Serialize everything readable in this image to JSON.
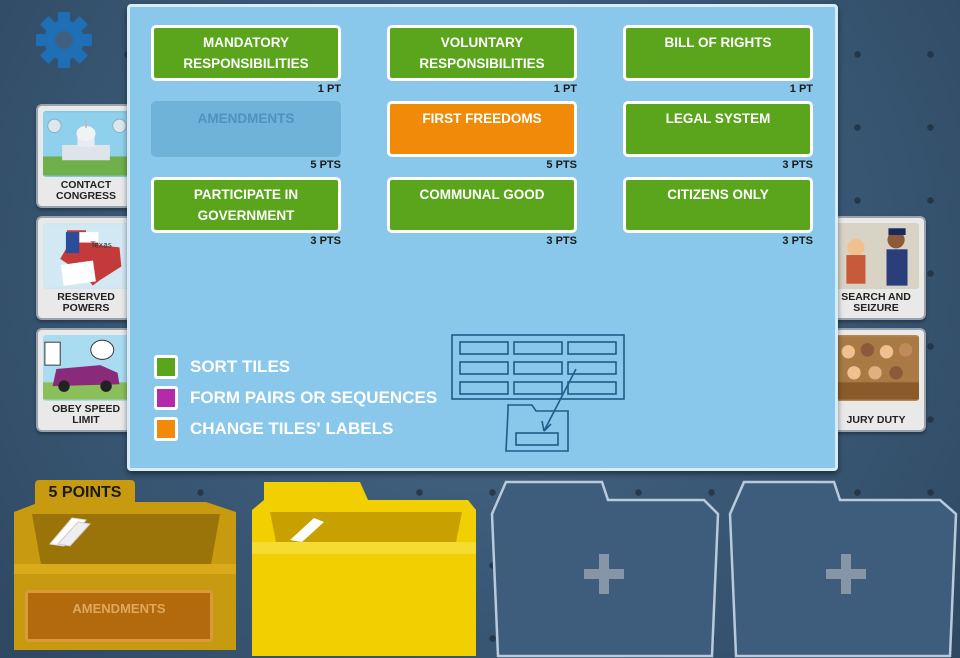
{
  "toolbar": {
    "settings_icon": "gear-icon"
  },
  "side_cards": {
    "left": [
      {
        "caption": "CONTACT\nCONGRESS",
        "icon": "capitol-icon"
      },
      {
        "caption": "RESERVED POWERS",
        "icon": "texas-map-icon"
      },
      {
        "caption": "OBEY SPEED LIMIT",
        "icon": "car-icon"
      }
    ],
    "right": [
      {
        "caption": "SEARCH AND\nSEIZURE",
        "icon": "police-icon"
      },
      {
        "caption": "JURY DUTY",
        "icon": "jury-icon"
      }
    ]
  },
  "panel": {
    "tiles": [
      {
        "label": "MANDATORY\nRESPONSIBILITIES",
        "points": "1 PT",
        "state": "green"
      },
      {
        "label": "VOLUNTARY\nRESPONSIBILITIES",
        "points": "1 PT",
        "state": "green"
      },
      {
        "label": "BILL OF RIGHTS",
        "points": "1 PT",
        "state": "green"
      },
      {
        "label": "AMENDMENTS",
        "points": "5 PTS",
        "state": "disabled"
      },
      {
        "label": "FIRST FREEDOMS",
        "points": "5 PTS",
        "state": "orange"
      },
      {
        "label": "LEGAL SYSTEM",
        "points": "3 PTS",
        "state": "green"
      },
      {
        "label": "PARTICIPATE IN\nGOVERNMENT",
        "points": "3 PTS",
        "state": "green"
      },
      {
        "label": "COMMUNAL GOOD",
        "points": "3 PTS",
        "state": "green"
      },
      {
        "label": "CITIZENS ONLY",
        "points": "3 PTS",
        "state": "green"
      }
    ],
    "legend": [
      {
        "label": "SORT TILES",
        "color": "#5aa51b"
      },
      {
        "label": "FORM PAIRS OR SEQUENCES",
        "color": "#b52aa8"
      },
      {
        "label": "CHANGE TILES' LABELS",
        "color": "#f08a08"
      }
    ],
    "diagram_icon": "sort-into-folder-icon"
  },
  "bins": {
    "first": {
      "points_label": "5 POINTS",
      "label": "AMENDMENTS"
    },
    "second": {
      "state": "selected"
    },
    "empty_slots": [
      {
        "icon": "plus-icon"
      },
      {
        "icon": "plus-icon"
      }
    ]
  },
  "colors": {
    "green": "#5aa51b",
    "orange": "#f08a08",
    "purple": "#b52aa8",
    "panel": "#89c8ea",
    "bin_gold": "#c89a10",
    "bin_yellow": "#f2cf00"
  }
}
